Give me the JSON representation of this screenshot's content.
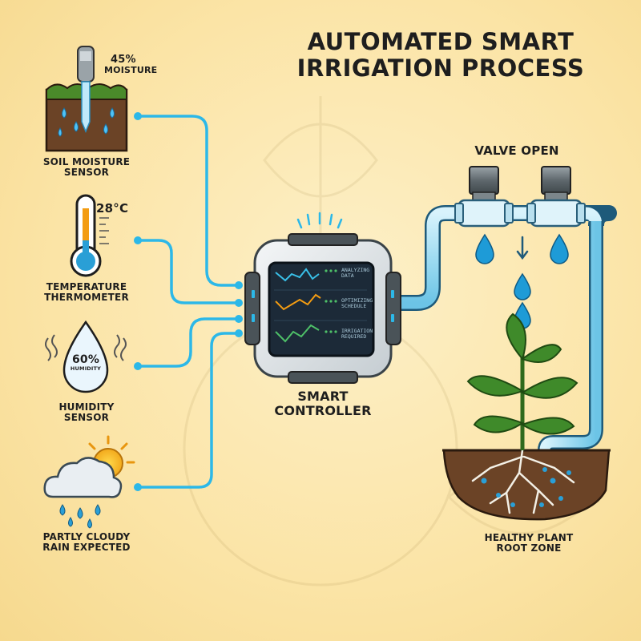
{
  "title": {
    "line1": "AUTOMATED SMART",
    "line2": "IRRIGATION PROCESS"
  },
  "sensors": {
    "soil": {
      "reading_value": "45%",
      "reading_label": "MOISTURE",
      "label_line1": "SOIL MOISTURE",
      "label_line2": "SENSOR"
    },
    "temperature": {
      "reading": "28°C",
      "label_line1": "TEMPERATURE",
      "label_line2": "THERMOMETER"
    },
    "humidity": {
      "reading_value": "60%",
      "reading_label": "HUMIDITY",
      "label_line1": "HUMIDITY",
      "label_line2": "SENSOR"
    },
    "weather": {
      "label_line1": "PARTLY CLOUDY",
      "label_line2": "RAIN EXPECTED"
    }
  },
  "controller": {
    "label_line1": "SMART",
    "label_line2": "CONTROLLER",
    "screen": [
      {
        "line1": "ANALYZING",
        "line2": "DATA"
      },
      {
        "line1": "OPTIMIZING",
        "line2": "SCHEDULE"
      },
      {
        "line1": "IRRIGATION",
        "line2": "REQUIRED"
      }
    ]
  },
  "valve": {
    "label": "VALVE OPEN"
  },
  "plant": {
    "label_line1": "HEALTHY PLANT",
    "label_line2": "ROOT ZONE"
  },
  "colors": {
    "wire": "#2cb8e8",
    "pipe": "#9fdcf2",
    "water": "#1e9bd7",
    "soil": "#6b4326",
    "grass": "#4a8a2a",
    "leaf": "#3f8a2a",
    "background": "#fbe4a6"
  }
}
